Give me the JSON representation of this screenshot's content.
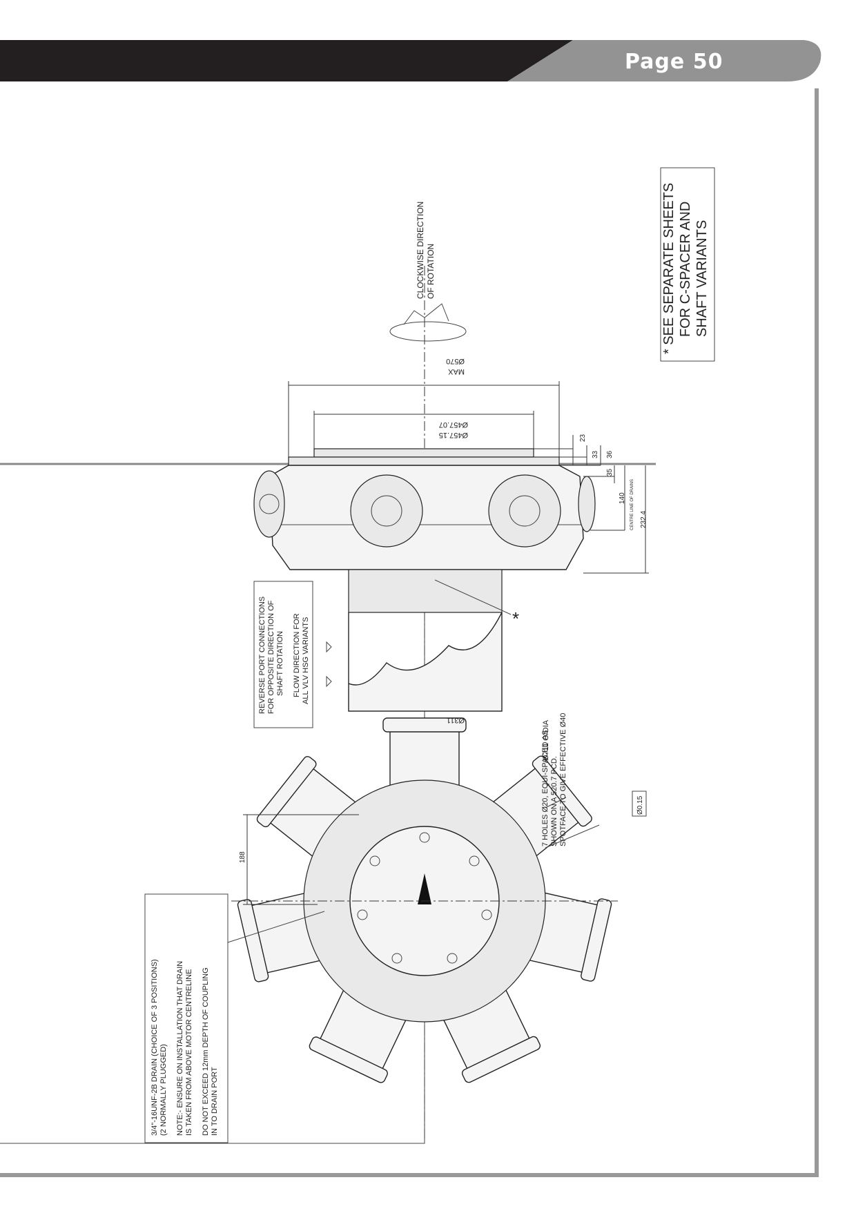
{
  "page": {
    "number_label": "Page 50"
  },
  "notes": {
    "see_separate": [
      "* SEE SEPARATE SHEETS",
      "FOR C-SPACER AND",
      "SHAFT VARIANTS"
    ],
    "rotation": [
      "CLOCKWISE DIRECTION",
      "OF ROTATION"
    ],
    "reverse_port": [
      "REVERSE PORT CONNECTIONS",
      "FOR OPPOSITE DIRECTION OF",
      "SHAFT ROTATION"
    ],
    "flow_direction": [
      "FLOW DIRECTION FOR",
      "ALL VLV HSG VARIANTS"
    ],
    "drain": [
      "3/4\"-16UNF-2B DRAIN (CHOICE OF 3 POSITIONS)",
      "(2 NORMALLY PLUGGED)"
    ],
    "install": [
      "NOTE:- ENSURE ON INSTALLATION THAT DRAIN",
      "IS TAKEN FROM ABOVE MOTOR CENTRELINE"
    ],
    "coupling": [
      "DO NOT EXCEED 12mm DEPTH OF COUPLING",
      "IN TO DRAIN PORT"
    ],
    "holes": [
      "7 HOLES Ø20, EQUI-SPACED AS",
      "SHOWN ON A 520.7 PCD.",
      "SPOTFACE TO GIVE EFFECTIVE Ø40"
    ],
    "tolerance": "Ø0.15",
    "od": "Ø711 O/DIA",
    "star": "*"
  },
  "dimensions": {
    "d570": "Ø570",
    "max": "MAX",
    "d457_07": "Ø457.07",
    "d457_15": "Ø457.15",
    "d311": "Ø311",
    "d23": "23",
    "d33": "33",
    "d36": "36",
    "d35": "35",
    "d140": "140",
    "drains": "CENTRE LINE OF DRAINS",
    "d232": "232.4",
    "d188": "188"
  }
}
